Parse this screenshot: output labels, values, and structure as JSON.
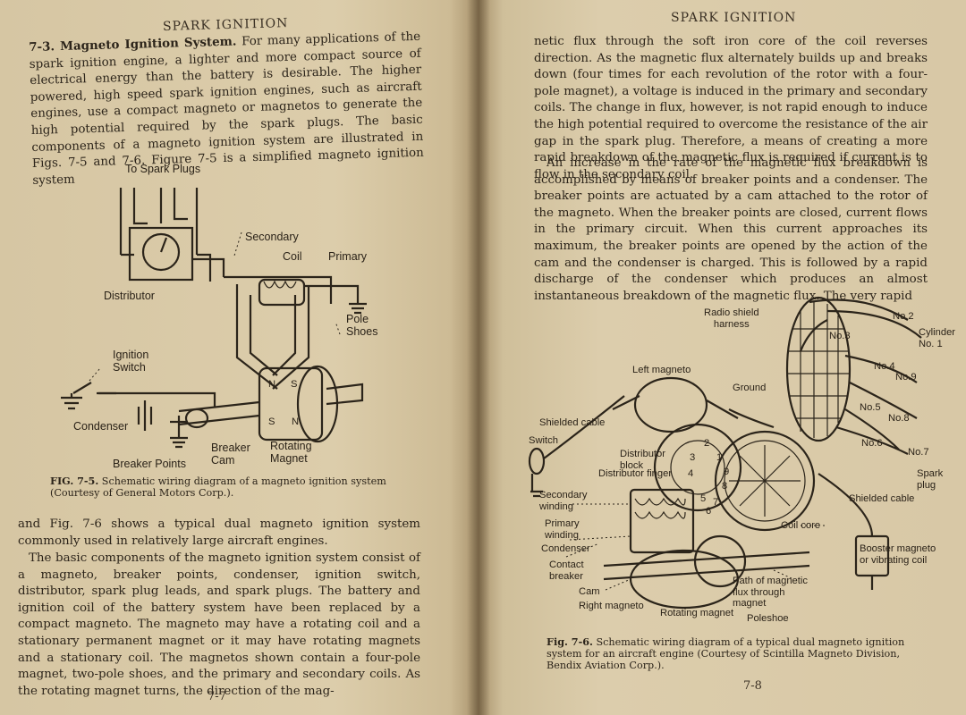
{
  "left_page": {
    "running_head": "SPARK IGNITION",
    "section_title": "7-3. Magneto Ignition System.",
    "section_text": "For many applications of the spark ignition engine, a lighter and more compact source of electrical energy than the battery is desirable. The higher powered, high speed spark ignition engines, such as aircraft engines, use a compact magneto or magnetos to generate the high potential required by the spark plugs. The basic components of a magneto ignition system are illustrated in Figs. 7-5 and 7-6. Figure 7-5 is a simplified magneto ignition system",
    "figure": {
      "labels": {
        "to_spark_plugs": "To Spark Plugs",
        "secondary": "Secondary",
        "coil": "Coil",
        "primary": "Primary",
        "distributor": "Distributor",
        "pole_shoes": "Pole\nShoes",
        "ignition_switch": "Ignition\nSwitch",
        "condenser": "Condenser",
        "breaker_cam": "Breaker\nCam",
        "rotating_magnet": "Rotating\nMagnet",
        "breaker_points": "Breaker Points",
        "pole_n1": "N",
        "pole_s1": "S",
        "pole_s2": "S",
        "pole_n2": "N"
      },
      "caption_no": "FIG. 7-5.",
      "caption_text": "Schematic wiring diagram of a magneto ignition system (Courtesy of General Motors Corp.)."
    },
    "para2": "and Fig. 7-6 shows a typical dual magneto ignition system commonly used in relatively large aircraft engines.",
    "para3": "The basic components of the magneto ignition system consist of a magneto, breaker points, condenser, ignition switch, distributor, spark plug leads, and spark plugs. The battery and ignition coil of the battery system have been replaced by a compact magneto. The magneto may have a rotating coil and a stationary permanent magnet or it may have rotating magnets and a stationary coil. The magnetos shown contain a four-pole magnet, two-pole shoes, and the primary and secondary coils. As the rotating magnet turns, the direction of the mag-",
    "folio": "7-7"
  },
  "right_page": {
    "running_head": "SPARK IGNITION",
    "para1": "netic flux through the soft iron core of the coil reverses direction. As the magnetic flux alternately builds up and breaks down (four times for each revolution of the rotor with a four-pole magnet), a voltage is induced in the primary and secondary coils. The change in flux, however, is not rapid enough to induce the high potential required to overcome the resistance of the air gap in the spark plug. Therefore, a means of creating a more rapid breakdown of the magnetic flux is required if current is to flow in the secondary coil.",
    "para2": "An increase in the rate of the magnetic flux breakdown is accomplished by means of breaker points and a condenser. The breaker points are actuated by a cam attached to the rotor of the magneto. When the breaker points are closed, current flows in the primary circuit. When this current approaches its maximum, the breaker points are opened by the action of the cam and the condenser is charged. This is followed by a rapid discharge of the condenser which produces an almost instantaneous breakdown of the magnetic flux. The very rapid",
    "figure": {
      "labels": {
        "radio_shield_harness": "Radio shield\nharness",
        "no2": "No.2",
        "no3": "No.3",
        "cylinder_no1": "Cylinder\nNo. 1",
        "left_magneto": "Left magneto",
        "ground": "Ground",
        "no4": "No.4",
        "no9": "No.9",
        "no5": "No.5",
        "no8": "No.8",
        "no6": "No.6",
        "no7": "No.7",
        "shielded_cable_left": "Shielded cable",
        "switch": "Switch",
        "distributor_block": "Distributor\nblock",
        "distributor_finger": "Distributor finger",
        "spark_plug": "Spark\nplug",
        "shielded_cable_right": "Shielded cable",
        "secondary_winding": "Secondary\nwinding",
        "primary_winding": "Primary\nwinding",
        "coil_core": "Coil core",
        "condenser": "Condenser",
        "booster_magneto": "Booster magneto\nor vibrating coil",
        "contact_breaker": "Contact\nbreaker",
        "cam": "Cam",
        "path_of_flux": "Path of magnetic\nflux through\nmagnet",
        "right_magneto": "Right magneto",
        "rotating_magnet": "Rotating magnet",
        "poleshoe": "Poleshoe",
        "dist_digits": [
          "2",
          "1",
          "3",
          "9",
          "4",
          "8",
          "5",
          "7",
          "6"
        ]
      },
      "caption_no": "Fig. 7-6.",
      "caption_text": "Schematic wiring diagram of a typical dual magneto ignition system for an aircraft engine (Courtesy of Scintilla Magneto Division, Bendix Aviation Corp.)."
    },
    "folio": "7-8"
  }
}
